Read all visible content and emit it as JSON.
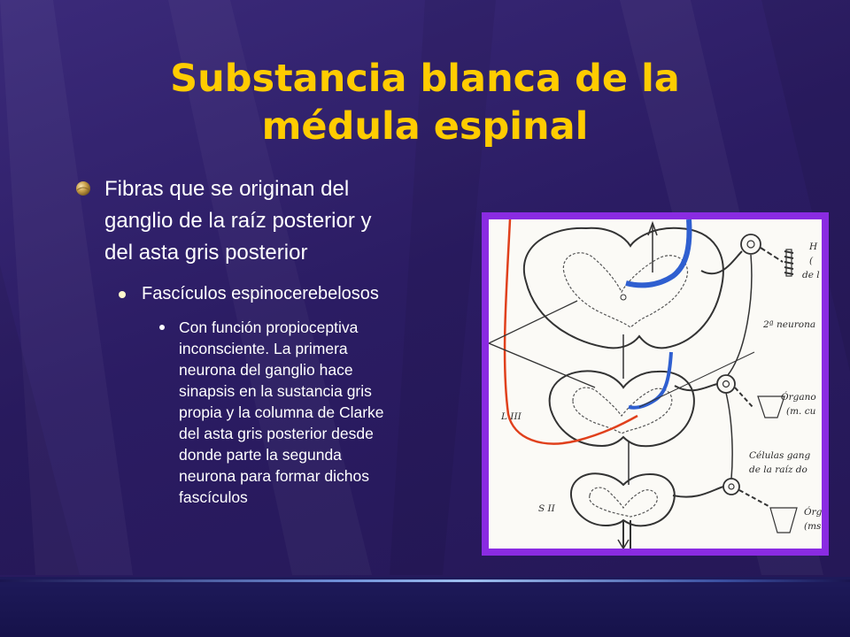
{
  "slide": {
    "title_line1": "Substancia blanca de la",
    "title_line2": "médula espinal",
    "bullet_1": {
      "line1": "Fibras que se originan del",
      "line2": "ganglio de la raíz posterior y",
      "line3": "del asta gris posterior"
    },
    "bullet_2": "Fascículos espinocerebelosos",
    "bullet_3": {
      "lines": [
        "Con función propioceptiva",
        "inconsciente. La primera",
        "neurona del ganglio hace",
        "sinapsis en la sustancia gris",
        "propia  y la columna de Clarke",
        "del asta gris posterior desde",
        "donde parte la segunda",
        "neurona para formar dichos",
        "fascículos"
      ]
    }
  },
  "diagram": {
    "labels": {
      "top_right_1": "H",
      "top_right_2": "(",
      "top_right_3": "de l",
      "segunda_neurona": "2ª neurona",
      "organo_1": "Órgano",
      "organo_1_sub": "(m. cu",
      "celulas_1": "Células gang",
      "celulas_2": "de la raíz do",
      "organo_2": "Órg",
      "organo_2_sub": "(ms",
      "l3": "L III",
      "s2": "S II"
    },
    "colors": {
      "frame": "#8a2be2",
      "blue_tract": "#2f5fd0",
      "red_tract": "#e0401c"
    }
  },
  "theme": {
    "title_color": "#ffcc00",
    "text_color": "#ffffff",
    "background": "#2b1c63"
  }
}
